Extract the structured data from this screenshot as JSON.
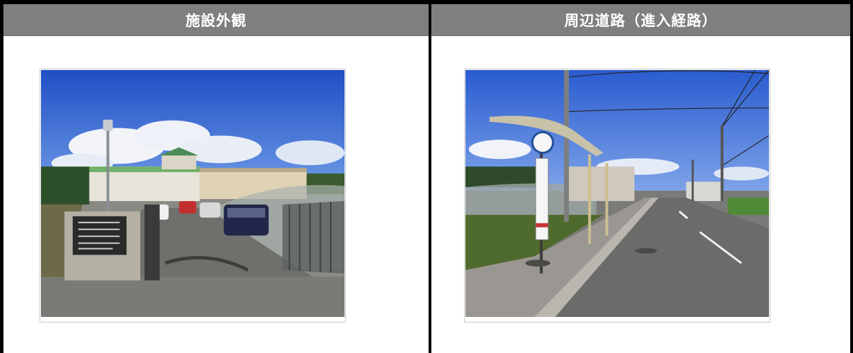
{
  "panels": [
    {
      "title": "施設外観",
      "photo": "facility-exterior"
    },
    {
      "title": "周辺道路（進入経路）",
      "photo": "surrounding-road-access-route"
    }
  ],
  "colors": {
    "frame": "#000000",
    "header_bg": "#7f7f7f",
    "header_text": "#ffffff",
    "sky": "#2f5fd0"
  }
}
